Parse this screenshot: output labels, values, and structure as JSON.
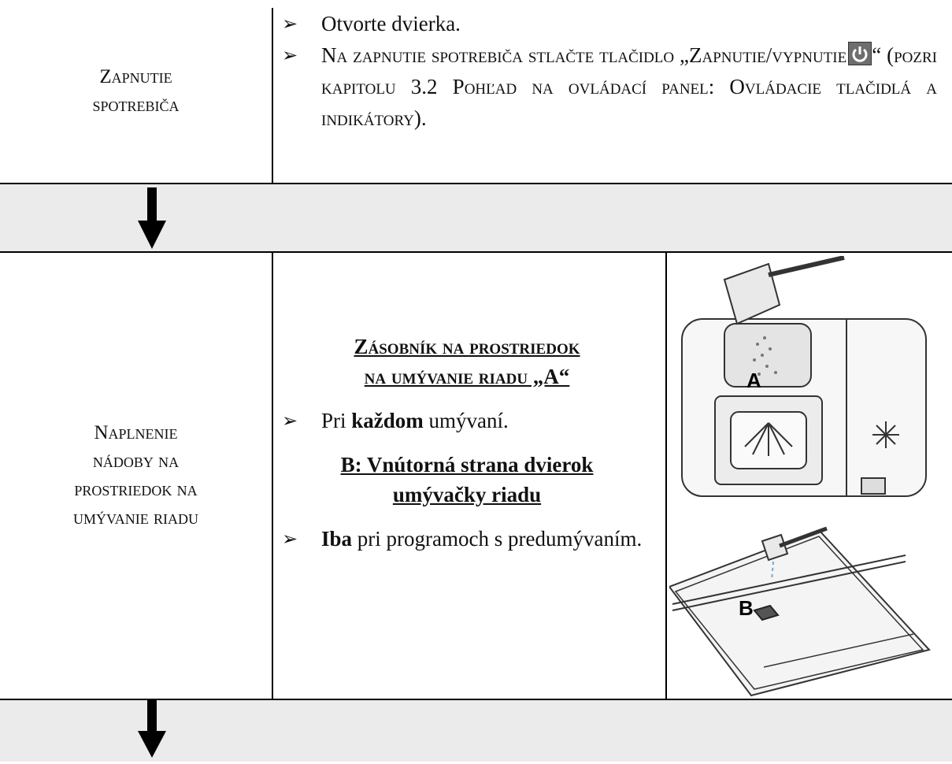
{
  "row1": {
    "label_line1": "Zapnutie",
    "label_line2": "spotrebiča",
    "bullet1": "Otvorte dvierka.",
    "bullet2_part1": "Na zapnutie spotrebiča stlačte tlačidlo „Zapnutie/vypnutie",
    "bullet2_part2": "“ (pozri kapitolu 3.2 Pohľad na ovládací panel: Ovládacie tlačidlá a indikátory)."
  },
  "row2": {
    "label_line1": "Naplnenie",
    "label_line2": "nádoby na",
    "label_line3": "prostriedok na",
    "label_line4": "umývanie riadu",
    "heading_a_line1": "Zásobník na prostriedok",
    "heading_a_line2": "na umývanie riadu „A“",
    "bullet_a_bold": "každom",
    "bullet_a_pre": "Pri ",
    "bullet_a_post": " umývaní.",
    "heading_b_line1": "B: Vnútorná strana dvierok",
    "heading_b_line2": "umývačky riadu",
    "bullet_b_bold": "Iba",
    "bullet_b_rest": " pri programoch s predumývaním."
  },
  "illustration": {
    "label_a": "A",
    "label_b": "B"
  },
  "icons": {
    "bullet": "arrowhead-bullet-icon",
    "power": "power-button-icon",
    "down_arrow": "down-arrow-icon"
  }
}
